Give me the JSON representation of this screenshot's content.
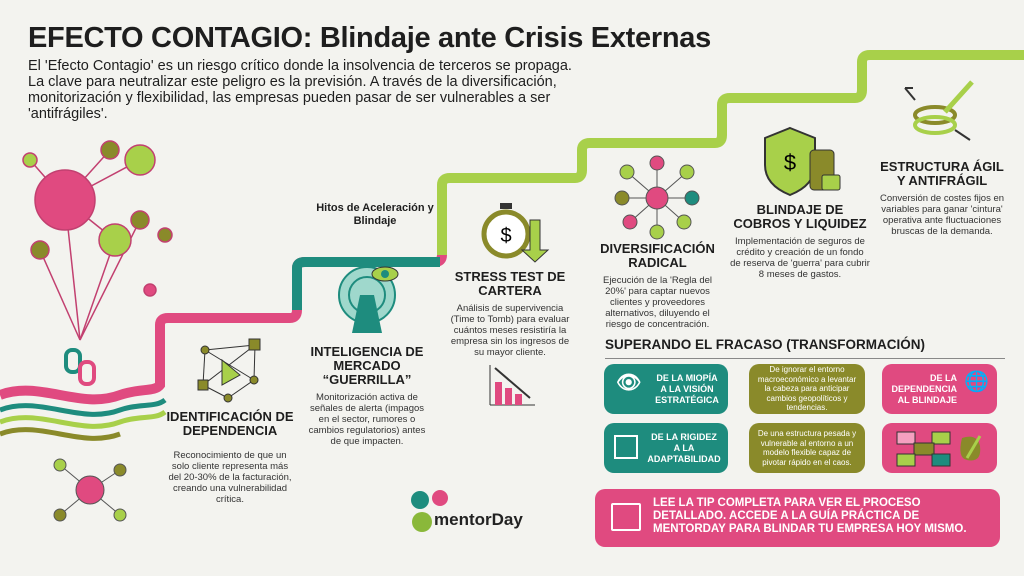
{
  "title": "EFECTO CONTAGIO: Blindaje ante Crisis Externas",
  "intro": "El 'Efecto Contagio' es un riesgo crítico donde la insolvencia de terceros se propaga. La clave para neutralizar este peligro es la previsión. A través de la diversificación, monitorización y flexibilidad, las empresas pueden pasar de ser vulnerables a ser 'antifrágiles'.",
  "path_label": "Hitos de Aceleración y Blindaje",
  "steps": [
    {
      "title": "IDENTIFICACIÓN DE DEPENDENCIA",
      "text": "Reconocimiento de que un solo cliente representa más del 20-30% de la facturación, creando una vulnerabilidad crítica.",
      "icon": "network-icon"
    },
    {
      "title": "INTELIGENCIA DE MERCADO “GUERRILLA”",
      "text": "Monitorización activa de señales de alerta (impagos en el sector, rumores o cambios regulatorios) antes de que impacten.",
      "icon": "radar-eye-icon"
    },
    {
      "title": "STRESS TEST DE CARTERA",
      "text": "Análisis de supervivencia (Time to Tomb) para evaluar cuántos meses resistiría la empresa sin los ingresos de su mayor cliente.",
      "icon": "stopwatch-dollar-icon"
    },
    {
      "title": "DIVERSIFICACIÓN RADICAL",
      "text": "Ejecución de la 'Regla del 20%' para captar nuevos clientes y proveedores alternativos, diluyendo el riesgo de concentración.",
      "icon": "hub-icon"
    },
    {
      "title": "BLINDAJE DE COBROS Y LIQUIDEZ",
      "text": "Implementación de seguros de crédito y creación de un fondo de reserva de 'guerra' para cubrir 8 meses de gastos.",
      "icon": "shield-coins-icon"
    },
    {
      "title": "ESTRUCTURA ÁGIL Y ANTIFRÁGIL",
      "text": "Conversión de costes fijos en variables para ganar 'cintura' operativa ante fluctuaciones bruscas de la demanda.",
      "icon": "spring-arrows-icon"
    }
  ],
  "transform": {
    "title": "SUPERANDO EL FRACASO (TRANSFORMACIÓN)",
    "cards": [
      "DE LA MIOPÍA A LA VISIÓN ESTRATÉGICA",
      "De ignorar el entorno macroeconómico a levantar la cabeza para anticipar cambios geopolíticos y tendencias.",
      "DE LA DEPENDENCIA AL BLINDAJE",
      "DE LA RIGIDEZ A LA ADAPTABILIDAD",
      "De una estructura pesada y vulnerable al entorno a un modelo flexible capaz de pivotar rápido en el caos."
    ]
  },
  "cta": "LEE LA TIP COMPLETA PARA VER EL PROCESO DETALLADO. ACCEDE A LA GUÍA PRÁCTICA DE MENTORDAY PARA BLINDAR TU EMPRESA HOY MISMO.",
  "brand": "mentorDay",
  "colors": {
    "pink": "#e04a80",
    "teal": "#1e8c7e",
    "olive": "#8a8a2a",
    "lime": "#a8d04a"
  }
}
